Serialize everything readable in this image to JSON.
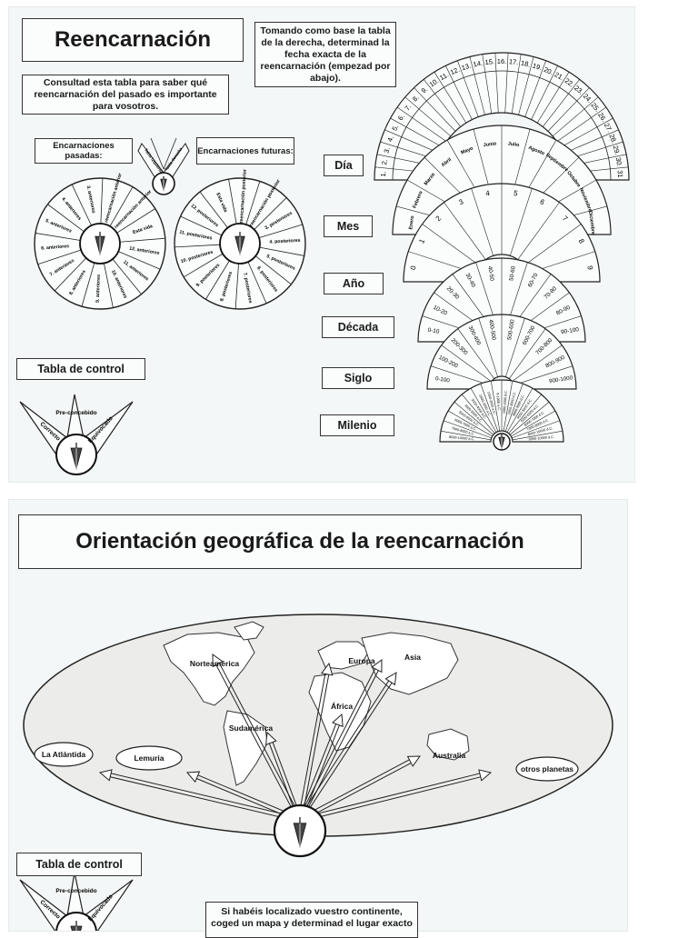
{
  "page1": {
    "title": "Reencarnación",
    "instruction": "Tomando como base la tabla de la derecha, determinad la fecha exacta de la reencarnación (empezad por abajo).",
    "consult": "Consultad esta tabla para saber qué reencarnación del pasado es importante para vosotros.",
    "past_label": "Encarnaciones pasadas:",
    "future_label": "Encarnaciones futuras:",
    "small_fan": [
      "Tabla izquierda",
      "Tabla derecha"
    ],
    "control_title": "Tabla de control",
    "control_options": [
      "Correcto",
      "Pre-concebido",
      "Equivocado"
    ],
    "wheel_past": [
      "1. reencarnación anterior",
      "Esta vida",
      "12. anteriores",
      "11. anteriores",
      "10. anteriores",
      "9. anteriores",
      "8. anteriores",
      "7. anteriores",
      "6. anteriores",
      "5. anteriores",
      "4. anteriores",
      "3. anteriores",
      "2. reencarnación anterior"
    ],
    "wheel_future": [
      "1. reencarnación posterior",
      "2. reencarnación posterior",
      "3. posteriores",
      "4. posteriores",
      "5. posteriores",
      "6. posteriores",
      "7. posteriores",
      "8. posteriores",
      "9. posteriores",
      "10. posteriores",
      "11. posteriores",
      "12. posteriores",
      "Esta vida"
    ],
    "rows": [
      "Día",
      "Mes",
      "Año",
      "Década",
      "Siglo",
      "Milenio"
    ],
    "scales": {
      "dia": [
        "1.",
        "2.",
        "3.",
        "4.",
        "5.",
        "6.",
        "7.",
        "8.",
        "9.",
        "10.",
        "11.",
        "12.",
        "13.",
        "14.",
        "15.",
        "16.",
        "17.",
        "18.",
        "19.",
        "20.",
        "21.",
        "22.",
        "23.",
        "24.",
        "25.",
        "26.",
        "27.",
        "28.",
        "29.",
        "30.",
        "31"
      ],
      "mes": [
        "Enero",
        "Febrero",
        "Marzo",
        "Abril",
        "Mayo",
        "Junio",
        "Julio",
        "Agosto",
        "Septiembre",
        "Octubre",
        "Noviembre",
        "Diciembre"
      ],
      "anio": [
        "0",
        "1",
        "2",
        "3",
        "4",
        "5",
        "6",
        "7",
        "8",
        "9"
      ],
      "decada": [
        "0-10",
        "10-20",
        "20-30",
        "30-40",
        "40-50",
        "50-60",
        "60-70",
        "70-80",
        "80-90",
        "90-100"
      ],
      "siglo": [
        "0-100",
        "100-200",
        "200-300",
        "300-400",
        "400-500",
        "500-600",
        "600-700",
        "700-800",
        "800-900",
        "900-1000"
      ],
      "milenio": [
        "8000-10000 a.C.",
        "7000-8000 a.C.",
        "6000-7000 a.C.",
        "5000-6000 a.C.",
        "4000-5000 a.C.",
        "3000-4000 a.C.",
        "2000-3000 a.C.",
        "1000-2000 a.C.",
        "0-1000 a.C.",
        "1000-2000 d.C.",
        "2000-3000 d.C.",
        "3000-4000 d.C.",
        "4000-5000 d.C.",
        "5000-6000 d.C.",
        "6000-7000 d.C.",
        "7000-8000 d.C.",
        "8000-10000 d.C.",
        "9000-10000 d.C."
      ]
    }
  },
  "page2": {
    "title": "Orientación geográfica de la reencarnación",
    "regions": [
      "Norteamérica",
      "Europa",
      "Asia",
      "África",
      "Sudamérica",
      "Australia",
      "La Atlántida",
      "Lemuria",
      "otros planetas"
    ],
    "control_title": "Tabla de control",
    "control_options": [
      "Correcto",
      "Pre-concebido",
      "Equivocado"
    ],
    "instruction": "Si habéis localizado vuestro continente, coged un mapa y determinad el lugar exacto"
  },
  "colors": {
    "ink": "#1a1a1a",
    "paper": "#f4f7f7",
    "map_bg": "#ececea",
    "land": "#ffffff"
  }
}
